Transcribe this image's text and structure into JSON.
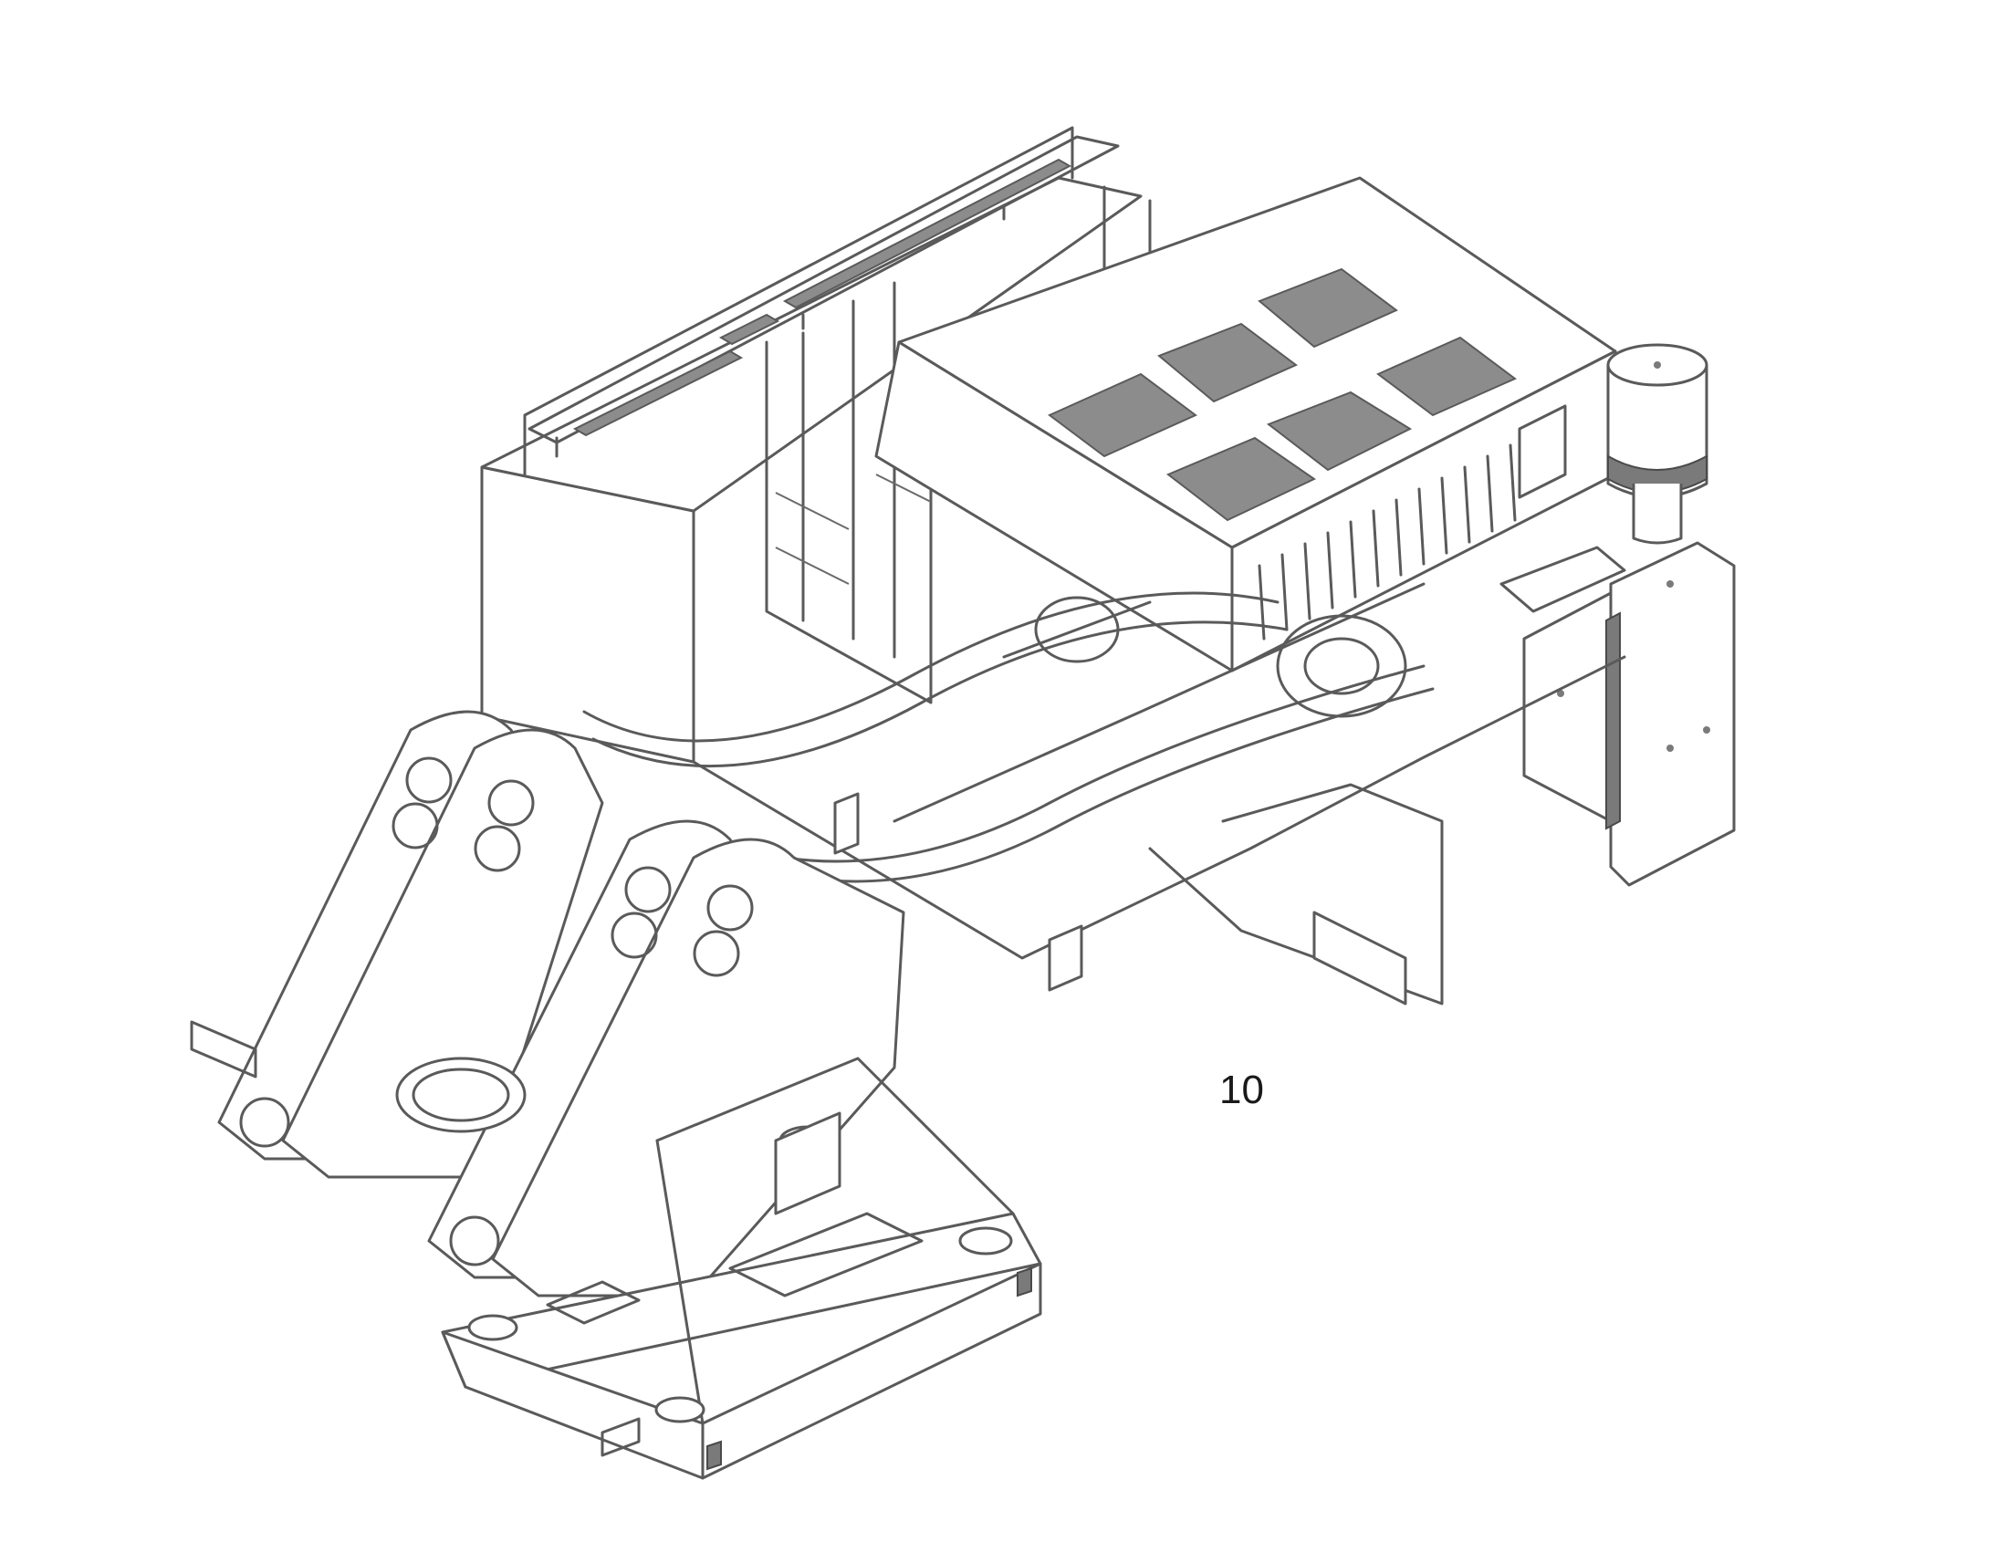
{
  "diagram": {
    "callouts": [
      {
        "label": "10"
      }
    ],
    "parts": [
      "cab-frame-with-handrail",
      "engine-cover",
      "air-filter-canister",
      "counterweight-bracket-housing",
      "boom-mounting-towers",
      "swing-bearing-ring",
      "lower-frame-base",
      "hydraulic-hoses"
    ]
  }
}
